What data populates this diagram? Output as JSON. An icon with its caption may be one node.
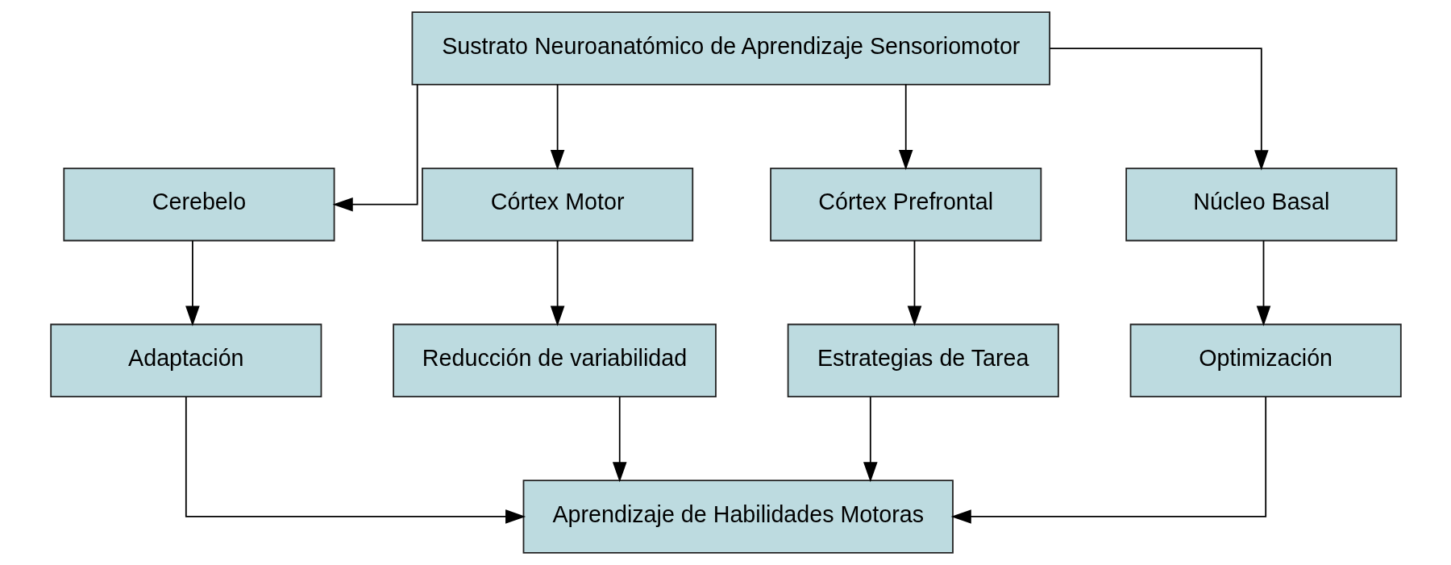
{
  "diagram": {
    "nodes": [
      {
        "text": [
          "Sustrato Neuroanatómico de Aprendizaje Sensoriomotor"
        ]
      },
      {
        "text": [
          "Cerebelo"
        ]
      },
      {
        "text": [
          "Córtex Motor"
        ]
      },
      {
        "text": [
          "Córtex Prefrontal"
        ]
      },
      {
        "text": [
          "Núcleo Basal"
        ]
      },
      {
        "text": [
          "Adaptación"
        ]
      },
      {
        "text": [
          "Reducción de variabilidad"
        ]
      },
      {
        "text": [
          "Estrategias de Tarea"
        ]
      },
      {
        "text": [
          "Optimización"
        ]
      },
      {
        "text": [
          "Aprendizaje de Habilidades Motoras"
        ]
      }
    ],
    "edges": [
      {
        "from": 0,
        "to": 1,
        "arrow": "to"
      },
      {
        "from": 0,
        "to": 2,
        "arrow": "to"
      },
      {
        "from": 0,
        "to": 3,
        "arrow": "to"
      },
      {
        "from": 0,
        "to": 4,
        "arrow": "to"
      },
      {
        "from": 1,
        "to": 5,
        "arrow": "to"
      },
      {
        "from": 2,
        "to": 6,
        "arrow": "to"
      },
      {
        "from": 3,
        "to": 7,
        "arrow": "to"
      },
      {
        "from": 4,
        "to": 8,
        "arrow": "to"
      },
      {
        "from": 5,
        "to": 9,
        "arrow": "to"
      },
      {
        "from": 6,
        "to": 9,
        "arrow": "to"
      },
      {
        "from": 7,
        "to": 9,
        "arrow": "to"
      },
      {
        "from": 8,
        "to": 9,
        "arrow": "to"
      }
    ]
  }
}
